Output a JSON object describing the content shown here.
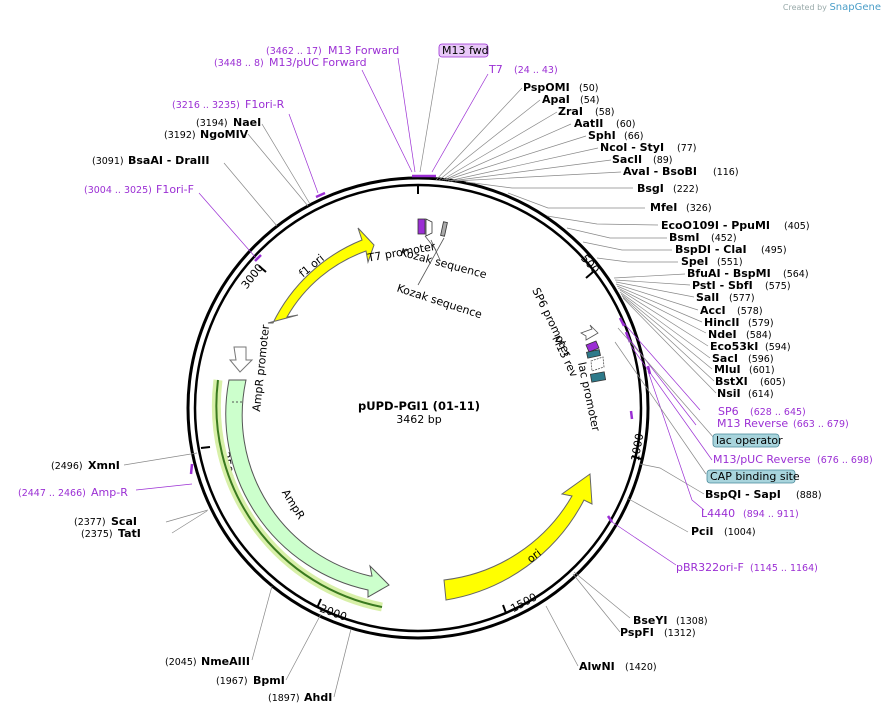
{
  "credit": {
    "prefix": "Created by",
    "brand": "SnapGene"
  },
  "plasmid": {
    "name": "pUPD-PGI1 (01-11)",
    "size_label": "3462 bp"
  },
  "ticks": [
    "500",
    "1000",
    "1500",
    "2000",
    "2500",
    "3000"
  ],
  "features": [
    {
      "name": "f1 ori",
      "color": "#ffff00"
    },
    {
      "name": "AmpR promoter",
      "color": "#ffffff"
    },
    {
      "name": "AmpR",
      "color": "#ccffcc"
    },
    {
      "name": "ori",
      "color": "#ffff00"
    },
    {
      "name": "T7 promoter",
      "color": "#ffffff"
    },
    {
      "name": "Kozak sequence",
      "color": "#ffffff"
    },
    {
      "name": "Kozak sequence",
      "color": "#ffffff"
    },
    {
      "name": "SP6 promoter",
      "color": "#ffffff"
    },
    {
      "name": "M13 rev",
      "color": "#9b2fd4"
    },
    {
      "name": "lac promoter",
      "color": "#ffffff"
    }
  ],
  "enzymes_right": [
    {
      "name": "PspOMI",
      "pos": "(50)"
    },
    {
      "name": "ApaI",
      "pos": "(54)"
    },
    {
      "name": "ZraI",
      "pos": "(58)"
    },
    {
      "name": "AatII",
      "pos": "(60)"
    },
    {
      "name": "SphI",
      "pos": "(66)"
    },
    {
      "name": "NcoI  - StyI",
      "pos": "(77)"
    },
    {
      "name": "SacII",
      "pos": "(89)"
    },
    {
      "name": "AvaI  - BsoBI",
      "pos": "(116)"
    },
    {
      "name": "BsgI",
      "pos": "(222)"
    },
    {
      "name": "MfeI",
      "pos": "(326)"
    },
    {
      "name": "EcoO109I  - PpuMI",
      "pos": "(405)"
    },
    {
      "name": "BsmI",
      "pos": "(452)"
    },
    {
      "name": "BspDI  - ClaI",
      "pos": "(495)"
    },
    {
      "name": "SpeI",
      "pos": "(551)"
    },
    {
      "name": "BfuAI  - BspMI",
      "pos": "(564)"
    },
    {
      "name": "PstI  - SbfI",
      "pos": "(575)"
    },
    {
      "name": "SalI",
      "pos": "(577)"
    },
    {
      "name": "AccI",
      "pos": "(578)"
    },
    {
      "name": "HincII",
      "pos": "(579)"
    },
    {
      "name": "NdeI",
      "pos": "(584)"
    },
    {
      "name": "Eco53kI",
      "pos": "(594)"
    },
    {
      "name": "SacI",
      "pos": "(596)"
    },
    {
      "name": "MluI",
      "pos": "(601)"
    },
    {
      "name": "BstXI",
      "pos": "(605)"
    },
    {
      "name": "NsiI",
      "pos": "(614)"
    },
    {
      "name": "BspQI  - SapI",
      "pos": "(888)"
    },
    {
      "name": "PciI",
      "pos": "(1004)"
    },
    {
      "name": "BseYI",
      "pos": "(1308)"
    },
    {
      "name": "PspFI",
      "pos": "(1312)"
    },
    {
      "name": "AlwNI",
      "pos": "(1420)"
    }
  ],
  "enzymes_left": [
    {
      "name": "NaeI",
      "pos": "(3194)"
    },
    {
      "name": "NgoMIV",
      "pos": "(3192)"
    },
    {
      "name": "BsaAI  - DraIII",
      "pos": "(3091)"
    },
    {
      "name": "XmnI",
      "pos": "(2496)"
    },
    {
      "name": "ScaI",
      "pos": "(2377)"
    },
    {
      "name": "TatI",
      "pos": "(2375)"
    },
    {
      "name": "NmeAIII",
      "pos": "(2045)"
    },
    {
      "name": "BpmI",
      "pos": "(1967)"
    },
    {
      "name": "AhdI",
      "pos": "(1897)"
    }
  ],
  "primers": [
    {
      "name": "M13 Forward",
      "pos": "(3462 .. 17)"
    },
    {
      "name": "M13/pUC Forward",
      "pos": "(3448 .. 8)"
    },
    {
      "name": "M13 fwd",
      "pos": ""
    },
    {
      "name": "T7",
      "pos": "(24 .. 43)"
    },
    {
      "name": "F1ori-R",
      "pos": "(3216 .. 3235)"
    },
    {
      "name": "F1ori-F",
      "pos": "(3004 .. 3025)"
    },
    {
      "name": "Amp-R",
      "pos": "(2447 .. 2466)"
    },
    {
      "name": "SP6",
      "pos": "(628 .. 645)"
    },
    {
      "name": "M13 Reverse",
      "pos": "(663 .. 679)"
    },
    {
      "name": "lac operator",
      "pos": ""
    },
    {
      "name": "M13/pUC Reverse",
      "pos": "(676 .. 698)"
    },
    {
      "name": "CAP binding site",
      "pos": ""
    },
    {
      "name": "L4440",
      "pos": "(894 .. 911)"
    },
    {
      "name": "pBR322ori-F",
      "pos": "(1145 .. 1164)"
    }
  ],
  "colors": {
    "primer": "#9b2fd4",
    "boxed_feature": "#a8d4dc",
    "accent": "#4a9ec8"
  }
}
